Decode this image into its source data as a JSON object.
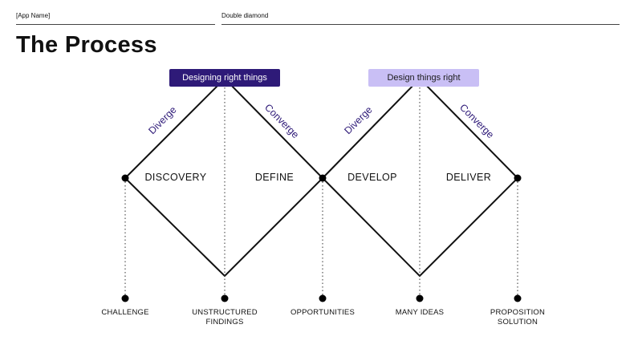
{
  "header": {
    "app_name": "[App Name]",
    "doc_name": "Double diamond"
  },
  "title": "The Process",
  "phases": {
    "first": "Designing right things",
    "second": "Design things right"
  },
  "edge_labels": {
    "d1_diverge": "Diverge",
    "d1_converge": "Converge",
    "d2_diverge": "Diverge",
    "d2_converge": "Converge"
  },
  "stages": {
    "discovery": "DISCOVERY",
    "define": "DEFINE",
    "develop": "DEVELOP",
    "deliver": "DELIVER"
  },
  "outputs": {
    "challenge": "CHALLENGE",
    "unstructured_findings": "UNSTRUCTURED\nFINDINGS",
    "opportunities": "OPPORTUNITIES",
    "many_ideas": "MANY IDEAS",
    "proposition_solution": "PROPOSITION\nSOLUTION"
  },
  "colors": {
    "accent_dark": "#2e1a78",
    "accent_light": "#c9bff5",
    "line": "#111111"
  }
}
